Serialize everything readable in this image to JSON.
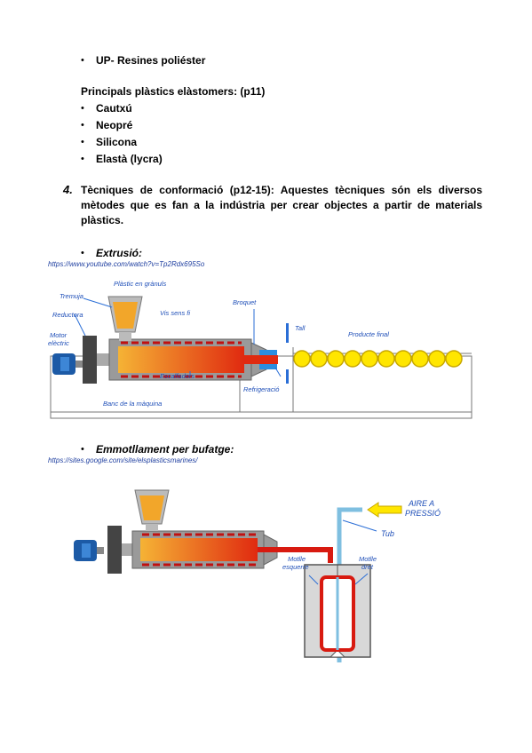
{
  "top_item": "UP- Resines poliéster",
  "elastomers": {
    "heading": "Principals plàstics elàstomers: (p11)",
    "items": [
      "Cautxú",
      "Neopré",
      "Silicona",
      "Elastà (lycra)"
    ]
  },
  "section4": {
    "number": "4.",
    "text": "Tècniques de conformació (p12-15): Aquestes tècniques són els diversos mètodes que es fan a la indústria per crear objectes a partir de materials plàstics."
  },
  "extrusion": {
    "title": "Extrusió:",
    "link": "https://www.youtube.com/watch?v=Tp2Rdx695So",
    "labels": {
      "plastic": "Plàstic en grànuls",
      "tremuja": "Tremuja",
      "reductora": "Reductora",
      "motor1": "Motor",
      "motor2": "elèctric",
      "vis": "Vis sens fi",
      "broquet": "Broquet",
      "tall": "Tall",
      "producte": "Producte final",
      "escalfadors": "Escalfadors",
      "refrigeracio": "Refrigeració",
      "banc": "Banc de la màquina"
    }
  },
  "blow": {
    "title": "Emmotllament per bufatge:",
    "link": "https://sites.google.com/site/elsplasticsmarines/",
    "labels": {
      "aire1": "AIRE A",
      "aire2": "PRESSIÓ",
      "tub": "Tub",
      "motlle_esq1": "Motlle",
      "motlle_esq2": "esquerre",
      "motlle_dret1": "Motlle",
      "motlle_dret2": "dret"
    }
  }
}
